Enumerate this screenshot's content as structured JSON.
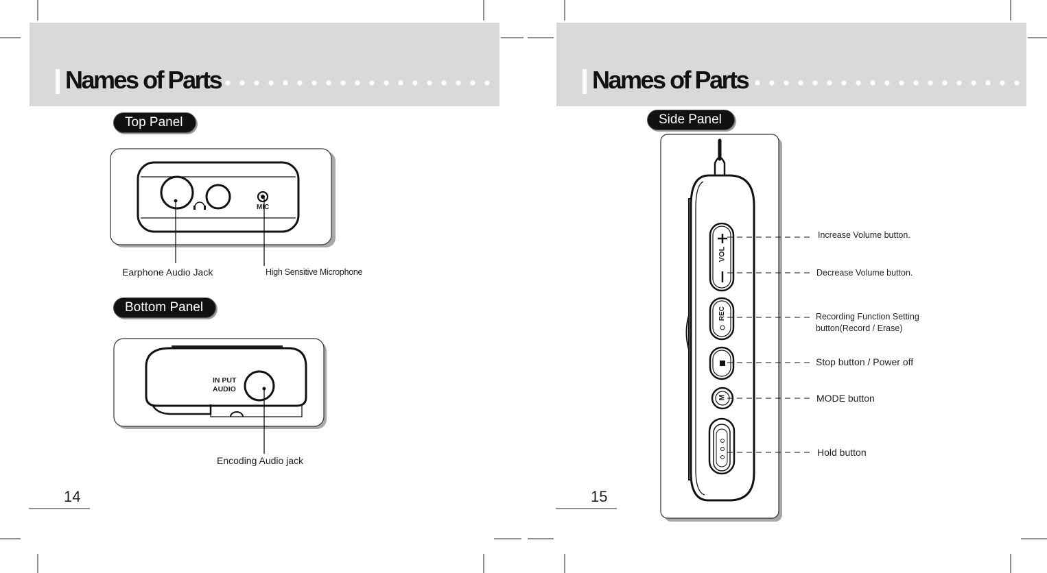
{
  "left_page": {
    "title": "Names of Parts",
    "page_number": "14",
    "top_panel": {
      "heading": "Top Panel",
      "device_labels": {
        "mic": "MIC"
      },
      "callouts": [
        "Earphone Audio Jack",
        "High Sensitive Microphone"
      ]
    },
    "bottom_panel": {
      "heading": "Bottom Panel",
      "device_labels": {
        "input_line1": "IN PUT",
        "input_line2": "AUDIO"
      },
      "callouts": [
        "Encoding Audio jack"
      ]
    }
  },
  "right_page": {
    "title": "Names of Parts",
    "page_number": "15",
    "side_panel": {
      "heading": "Side Panel",
      "device_labels": {
        "vol": "VOL",
        "rec": "REC",
        "mode": "M"
      },
      "callouts": [
        "Increase Volume button.",
        "Decrease Volume button.",
        "Recording Function Setting",
        "button(Record / Erase)",
        "Stop button / Power off",
        "MODE button",
        "Hold button"
      ]
    }
  },
  "colors": {
    "header_band": "#d9d9d9",
    "pill_bg": "#111111",
    "shadow": "#9a9a9a"
  }
}
